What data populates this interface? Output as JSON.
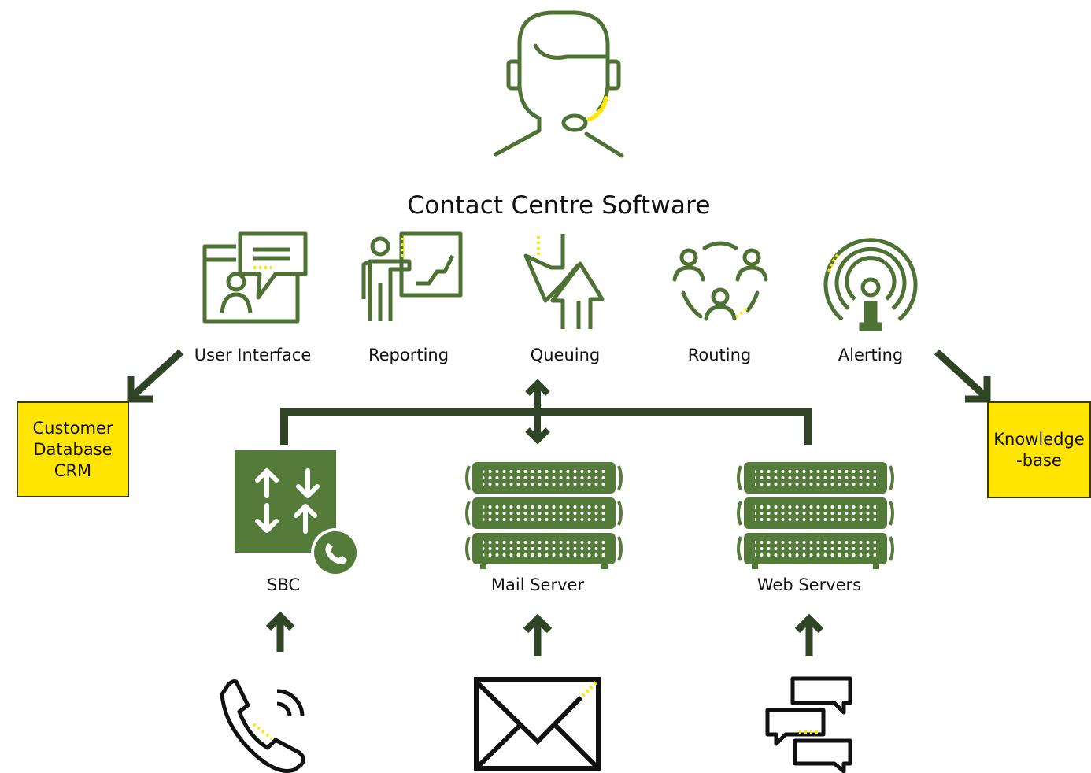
{
  "title": "Contact Centre Software",
  "components": [
    {
      "label": "User Interface",
      "icon": "user-interface-icon"
    },
    {
      "label": "Reporting",
      "icon": "reporting-icon"
    },
    {
      "label": "Queuing",
      "icon": "queuing-icon"
    },
    {
      "label": "Routing",
      "icon": "routing-icon"
    },
    {
      "label": "Alerting",
      "icon": "alerting-icon"
    }
  ],
  "servers": [
    {
      "label": "SBC",
      "icon": "sbc-icon"
    },
    {
      "label": "Mail Server",
      "icon": "server-rack-icon"
    },
    {
      "label": "Web Servers",
      "icon": "server-rack-icon"
    }
  ],
  "sources": [
    {
      "icon": "phone-icon"
    },
    {
      "icon": "envelope-icon"
    },
    {
      "icon": "chat-bubbles-icon"
    }
  ],
  "side_boxes": {
    "left": "Customer\nDatabase\nCRM",
    "right": "Knowledge\n-base"
  },
  "agent_icon": "agent-headset-icon",
  "colors": {
    "icon_green": "#4d7233",
    "server_green": "#557b3b",
    "arrow_green": "#2f4526",
    "accent_yellow": "#ffe500",
    "box_border": "#3b3b00"
  }
}
